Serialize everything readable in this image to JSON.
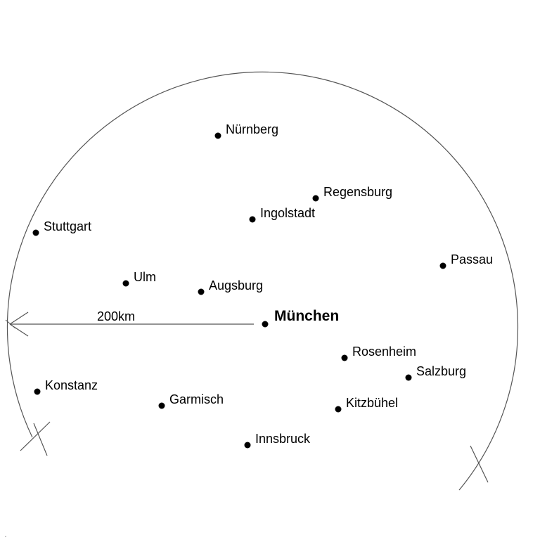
{
  "map": {
    "center_city": "München",
    "radius_label": "200km",
    "cities": [
      "Nürnberg",
      "Regensburg",
      "Ingolstadt",
      "Stuttgart",
      "Passau",
      "Ulm",
      "Augsburg",
      "Rosenheim",
      "Salzburg",
      "Konstanz",
      "Garmisch",
      "Kitzbühel",
      "Innsbruck"
    ],
    "colors": {
      "line": "#555555",
      "dot": "#000000"
    }
  }
}
